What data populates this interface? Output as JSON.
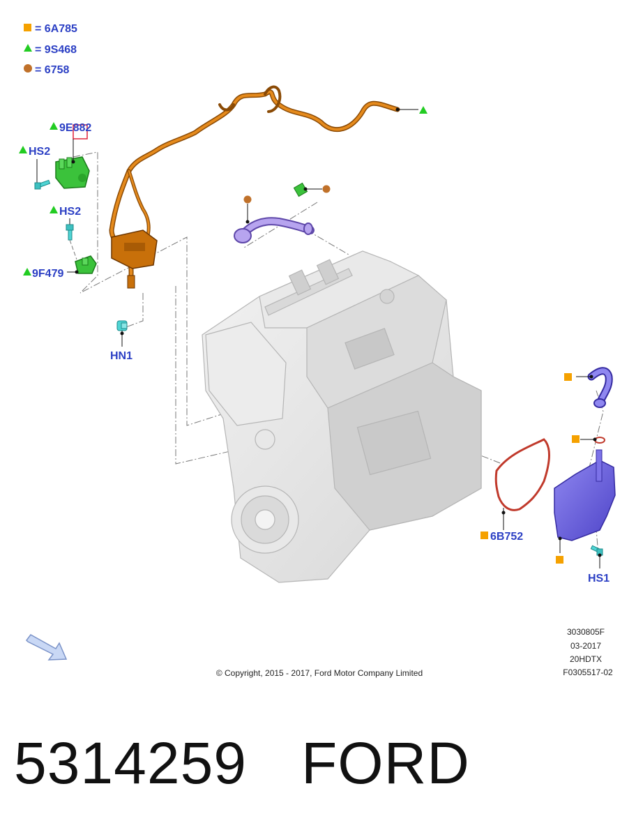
{
  "legend": [
    {
      "symbol": "square",
      "color": "#f5a100",
      "equals": "=",
      "code": "6A785"
    },
    {
      "symbol": "triangle",
      "color": "#22cc22",
      "equals": "=",
      "code": "9S468"
    },
    {
      "symbol": "circle",
      "color": "#c0712a",
      "equals": "=",
      "code": "6758"
    }
  ],
  "callouts": {
    "sensor_top": "9E882",
    "bolt_upper": "HS2",
    "bolt_mid": "HS2",
    "bracket": "9F479",
    "nut": "HN1",
    "gasket": "6B752",
    "bolt_right": "HS1"
  },
  "drawing_info": {
    "ref": "3030805F",
    "date": "03-2017",
    "engine": "20HDTX",
    "figure": "F0305517-02"
  },
  "copyright": "© Copyright, 2015 - 2017, Ford Motor Company Limited",
  "caption": {
    "part_number": "5314259",
    "brand": "FORD"
  },
  "colors": {
    "label_blue": "#2b3fc4",
    "harness_orange": "#c8700a",
    "sensor_green": "#3bc23b",
    "tube_purple": "#9a7fd6",
    "cover_blue": "#6a5fe0",
    "gasket_red": "#c0392b",
    "engine_grey": "#e4e4e4"
  }
}
